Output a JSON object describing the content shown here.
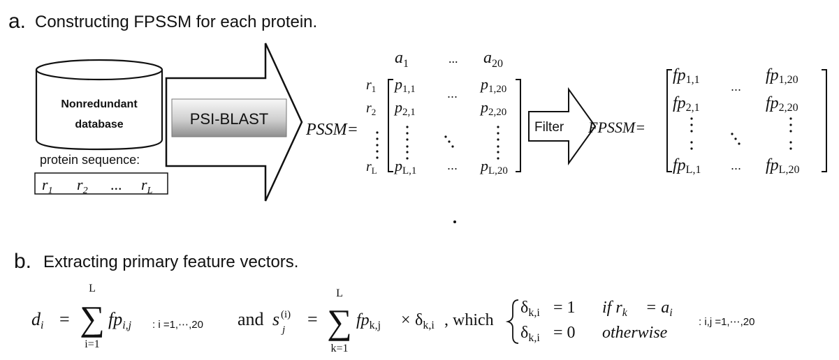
{
  "part_a": {
    "letter": "a.",
    "title": "Constructing FPSSM for each protein.",
    "database": {
      "line1": "Nonredundant",
      "line2": "database"
    },
    "protein_sequence_label": "protein sequence:",
    "sequence_cells": [
      "r",
      "r",
      "...",
      "r"
    ],
    "sequence_subs": [
      "1",
      "2",
      "",
      "L"
    ],
    "psi_blast": "PSI-BLAST",
    "pssm_label": "PSSM=",
    "pssm": {
      "col_heads": [
        "a",
        "...",
        "a"
      ],
      "col_head_subs": [
        "1",
        "",
        "20"
      ],
      "row_heads": [
        "r",
        "r",
        "r"
      ],
      "row_head_subs": [
        "1",
        "2",
        "L"
      ],
      "cells": [
        "p",
        "p",
        "p",
        "p",
        "p",
        "p"
      ],
      "cell_subs": [
        "1,1",
        "1,20",
        "2,1",
        "2,20",
        "L,1",
        "L,20"
      ],
      "dots": "..."
    },
    "filter": "Filter",
    "fpssm_label": "FPSSM=",
    "fpssm": {
      "cells": [
        "fp",
        "fp",
        "fp",
        "fp",
        "fp",
        "fp"
      ],
      "cell_subs": [
        "1,1",
        "1,20",
        "2,1",
        "2,20",
        "L,1",
        "L,20"
      ],
      "dots": "..."
    }
  },
  "part_b": {
    "letter": "b.",
    "title": "Extracting primary feature vectors.",
    "d_lhs": "d",
    "d_sub": "i",
    "equals": "=",
    "sum_top_1": "L",
    "sum_bottom_1": "i=1",
    "term_1": "fp",
    "term_1_sub": "i,j",
    "range_1": ": i =1,⋯,20",
    "and": "and",
    "s_lhs": "s",
    "s_sup": "(i)",
    "s_sub": "j",
    "sum_top_2": "L",
    "sum_bottom_2": "k=1",
    "term_2": "fp",
    "term_2_sub": "k,j",
    "times": "×",
    "delta": "δ",
    "delta_sub": "k,i",
    "which": ", which",
    "case_1_lhs": "δ",
    "case_1_sub": "k,i",
    "case_1_rhs": "= 1",
    "case_1_cond": "if r",
    "case_1_cond_sub": "k",
    "case_1_cond_rhs": "= a",
    "case_1_cond_rhs_sub": "i",
    "case_2_lhs": "δ",
    "case_2_sub": "k,i",
    "case_2_rhs": "= 0",
    "case_2_cond": "otherwise",
    "range_2": ": i,j =1,⋯,20"
  },
  "colors": {
    "ink": "#111111",
    "arrow_fill": "#ffffff",
    "psi_gradient_light": "#f4f4f4",
    "psi_gradient_dark": "#9a9a9a"
  }
}
